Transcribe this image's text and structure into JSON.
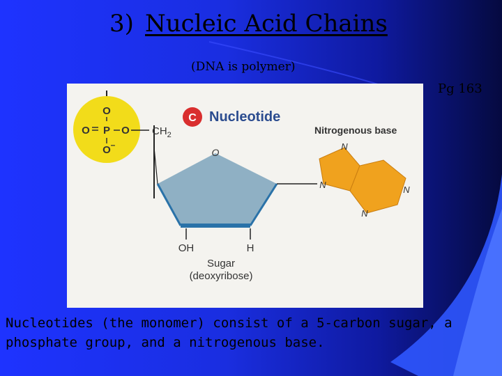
{
  "slide": {
    "title_number": "3)",
    "title_text": "Nucleic Acid Chains",
    "subtitle": "(DNA is polymer)",
    "page_ref": "Pg 163",
    "caption": "Nucleotides (the monomer) consist of a 5-carbon sugar, a phosphate group, and a nitrogenous base."
  },
  "figure": {
    "badge_letter": "C",
    "heading": "Nucleotide",
    "phosphate_top": "O",
    "phosphate_left": "O",
    "phosphate_center": "P",
    "phosphate_right": "O",
    "phosphate_bottom": "O",
    "phosphate_bottom_charge": "–",
    "ch2": "CH",
    "ch2_subscript": "2",
    "ring_oxygen": "O",
    "oh_label": "OH",
    "h_label": "H",
    "sugar_label": "Sugar",
    "sugar_sublabel": "(deoxyribose)",
    "base_label": "Nitrogenous base",
    "n_top": "N",
    "n_left": "N",
    "n_right": "N",
    "n_bottom": "N",
    "colors": {
      "phosphate": "#f2dc1a",
      "sugar": "#8fb0c4",
      "sugar_edge": "#2a72a8",
      "base": "#f0a21e",
      "badge": "#d92e2e",
      "heading": "#2b4c8f"
    }
  }
}
